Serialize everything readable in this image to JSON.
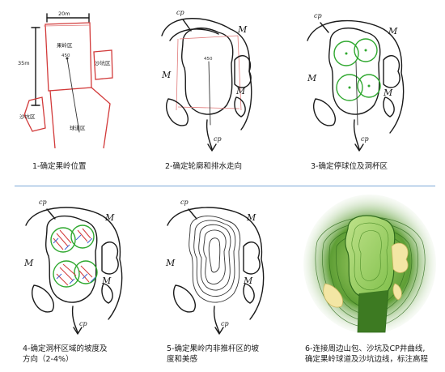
{
  "panels": [
    {
      "caption": "1-确定果岭位置",
      "labels": {
        "width_dim": "20m",
        "height_dim": "35m",
        "green": "果岭区",
        "elevation": "450",
        "bunker_right": "沙坑区",
        "bunker_left": "沙坑区",
        "fairway": "球道区"
      }
    },
    {
      "caption": "2-确定轮廓和排水走向",
      "labels": {
        "cp_top": "cp",
        "cp_bottom": "cp",
        "m_right": "M",
        "m_left": "M",
        "m_bottom": "M",
        "elevation": "450"
      }
    },
    {
      "caption": "3-确定停球位及洞杯区",
      "labels": {
        "cp_top": "cp",
        "cp_bottom": "cp",
        "m_right": "M",
        "m_left": "M",
        "m_bottom": "M"
      }
    },
    {
      "caption": "4-确定洞杯区域的坡度及",
      "caption_line2": "方向（2-4%）",
      "labels": {
        "cp_top": "cp",
        "cp_bottom": "cp",
        "m_right": "M",
        "m_left": "M",
        "m_bottom": "M"
      }
    },
    {
      "caption": "5-确定果岭内非推杆区的坡",
      "caption_line2": "度和美感",
      "labels": {
        "cp_top": "cp",
        "cp_bottom": "cp",
        "m_right": "M",
        "m_left": "M",
        "m_bottom": "M"
      }
    },
    {
      "caption": "6-连接周边山包、沙坑及CP井曲线,",
      "caption_line2": "确定果岭球道及沙坑边线，标注高程"
    }
  ],
  "colors": {
    "sketch": "#1a1a1a",
    "red_outline": "#d23a3a",
    "green_outline": "#2fa82f",
    "divider": "#7aa7d6",
    "render_green_dark": "#2f6b1c",
    "render_green_light": "#a7d36a",
    "sand": "#f3e6a4"
  }
}
